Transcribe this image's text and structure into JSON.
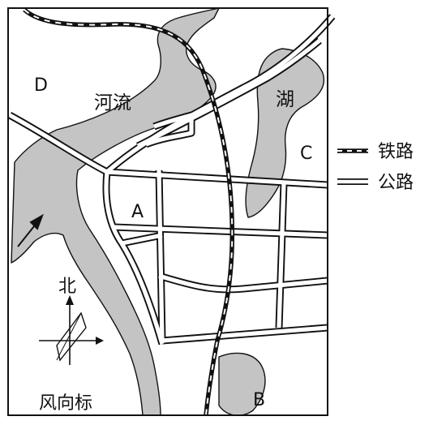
{
  "map": {
    "labels": {
      "D": "D",
      "river": "河流",
      "lake": "湖",
      "C": "C",
      "A": "A",
      "B": "B",
      "north": "北",
      "wind_rose": "风向标"
    },
    "legend": {
      "railway": "铁路",
      "road": "公路"
    },
    "colors": {
      "water": "#c4c4c4",
      "road_fill": "#ffffff",
      "line": "#111111"
    }
  }
}
